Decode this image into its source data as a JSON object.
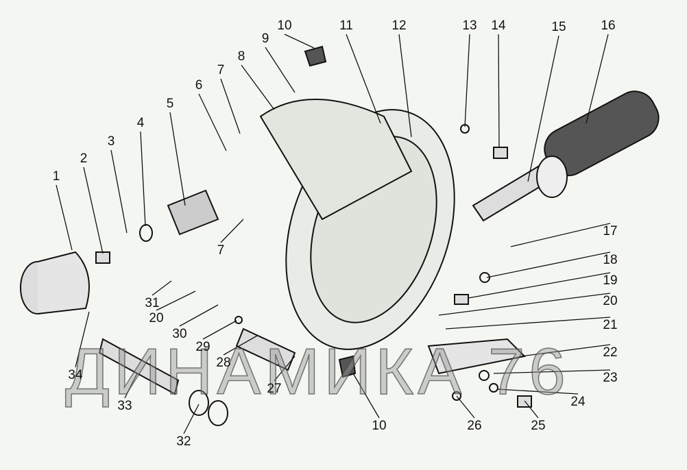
{
  "diagram": {
    "watermark": "ДИНАМИКА 76",
    "callouts": [
      "1",
      "2",
      "3",
      "4",
      "5",
      "6",
      "7",
      "8",
      "9",
      "10",
      "11",
      "12",
      "13",
      "14",
      "15",
      "16",
      "7",
      "17",
      "18",
      "19",
      "20",
      "21",
      "22",
      "23",
      "24",
      "25",
      "26",
      "10",
      "27",
      "28",
      "29",
      "30",
      "20",
      "31",
      "32",
      "33",
      "34"
    ]
  }
}
